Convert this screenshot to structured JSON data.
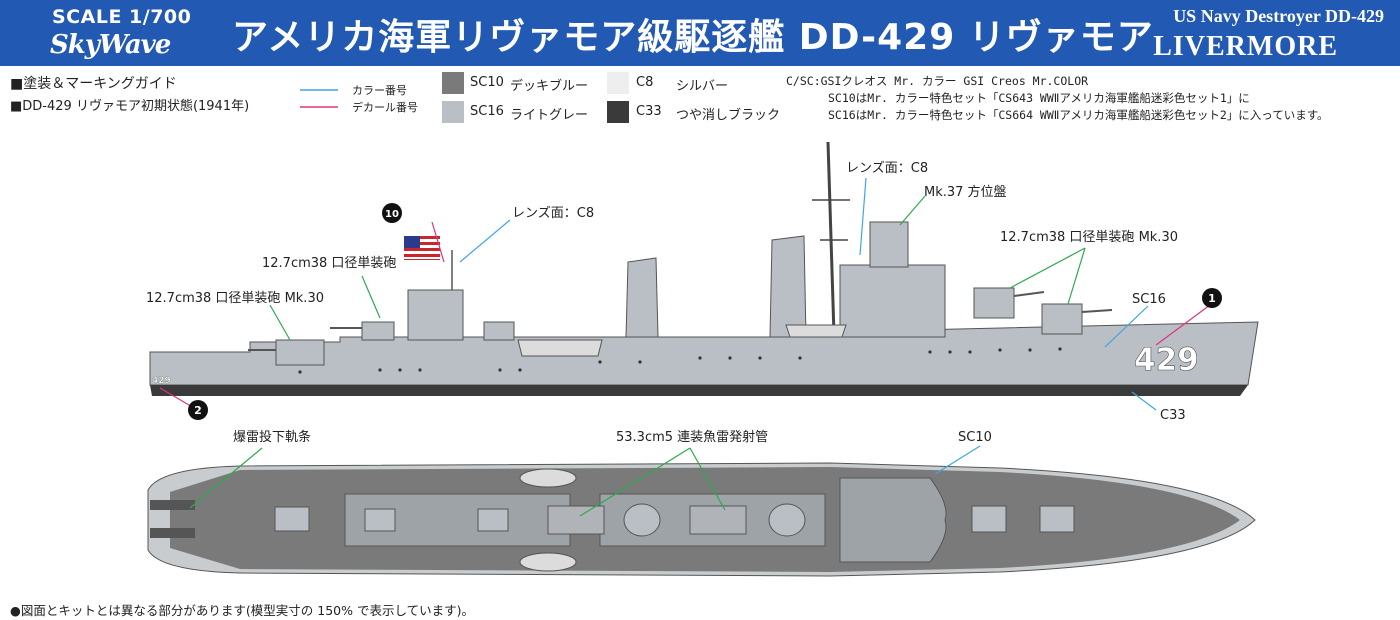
{
  "header": {
    "scale": "SCALE 1/700",
    "brand": "SkyWave",
    "title": "アメリカ海軍リヴァモア級駆逐艦 DD-429 リヴァモア",
    "subtitle_en": "US Navy Destroyer DD-429",
    "name_en": "LIVERMORE"
  },
  "guide": {
    "heading": "■塗装＆マーキングガイド",
    "subheading": "■DD-429 リヴァモア初期状態(1941年)"
  },
  "legend": {
    "color_number": "カラー番号",
    "decal_number": "デカール番号",
    "color_line": "#3da6e0",
    "decal_line": "#e0337f"
  },
  "colors": [
    {
      "code": "SC10",
      "name": "デッキブルー",
      "hex": "#7a7a7a"
    },
    {
      "code": "SC16",
      "name": "ライトグレー",
      "hex": "#b9bfc4"
    },
    {
      "code": "C8",
      "name": "シルバー",
      "hex": "#eeeeee"
    },
    {
      "code": "C33",
      "name": "つや消しブラック",
      "hex": "#3a3a3a"
    }
  ],
  "notes": {
    "line1": "C/SC:GSIクレオス Mr. カラー  GSI Creos Mr.COLOR",
    "line2": "SC10はMr. カラー特色セット「CS643 WWⅡアメリカ海軍艦船迷彩色セット1」に",
    "line3": "SC16はMr. カラー特色セット「CS664 WWⅡアメリカ海軍艦船迷彩色セット2」に入っています。"
  },
  "callouts": {
    "decal_10": "10",
    "decal_1": "1",
    "decal_2": "2",
    "lens_c8_fwd": "レンズ面：C8",
    "lens_c8_aft": "レンズ面：C8",
    "mk37": "Mk.37 方位盤",
    "gun_mk30_fwd": "12.7cm38 口径単装砲 Mk.30",
    "gun_single": "12.7cm38 口径単装砲",
    "gun_mk30_aft": "12.7cm38 口径単装砲 Mk.30",
    "sc16": "SC16",
    "c33": "C33",
    "depth_rack": "爆雷投下軌条",
    "torpedo": "53.3cm5 連装魚雷発射管",
    "sc10": "SC10"
  },
  "hull_numbers": {
    "bow": "429",
    "stern": "429"
  },
  "footer": "●図面とキットとは異なる部分があります(模型実寸の 150% で表示しています)。"
}
